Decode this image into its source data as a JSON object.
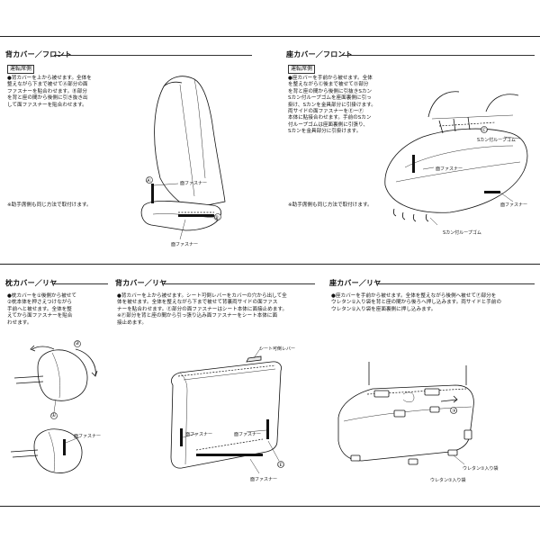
{
  "sections": {
    "back_front": {
      "title": "背カバー／フロント",
      "badge": "運転席側",
      "text": "●背カバーを上から被せます。全体を\n整えながら下まで被せてⒶ部分の面\nファスナーを貼合わせます。Ⓑ部分\nを背と座の間から後側に引き抜き出\nして面ファスナーを貼合わせます。",
      "note": "※助手席側も同じ方法で取付けます。",
      "label_a": "Ⓐ",
      "label_b": "Ⓑ",
      "label_fastener_1": "面ファスナー",
      "label_fastener_2": "面ファスナー"
    },
    "seat_front": {
      "title": "座カバー／フロント",
      "badge": "運転席側",
      "text": "●座カバーを手前から被せます。全体\nを整えながらⒸ後まで被せてⒹ部分\nを背と座の間から後側に引抜きSカン\nSカン付ループゴムを座面裏側に引っ\n掛け、Sカンを金具部分に引掛けます。\n両サイドの面ファスナーをⒺーⒻ\n本体に貼接合わせます。手前のSカン\n付ループゴムは座面裏側に引張り、\nSカンを金具部分に引掛けます。",
      "note": "※助手席側も同じ方法で取付けます。",
      "label_c": "Ⓒ",
      "label_s_loop_1": "Sカン付ループゴム",
      "label_fastener_1": "面ファスナー",
      "label_fastener_2": "面ファスナー",
      "label_s_loop_2": "Sカン付ループゴム"
    },
    "pillow_rear": {
      "title": "枕カバー／リヤ",
      "text": "●枕カバーを①後側から被せて\n②枕本体を押さえつけながら\n手前へと被せます。全体を整\nえてから面ファスナーを貼合\nわせます。",
      "label_1": "①",
      "label_2": "②",
      "label_fastener": "面ファスナー"
    },
    "back_rear": {
      "title": "背カバー／リヤ",
      "text": "●背カバーを上から被せます。シート可倒レバーをカバーの穴から出して全\n体を被せます。全体を整えながら下まで被せて背裏両サイドの面ファス\nナーを貼合わせます。Ⓔ部分の面ファスナーはシート本体に面接止めます。\n※Ⓕ部分を背と座の間から引っ張り込み面ファスナーをシート本体に面\n接止めます。",
      "label_lever": "シート可倒レバー",
      "label_fastener_1": "面ファスナー",
      "label_fastener_2": "面ファスナー",
      "label_e": "Ⓔ",
      "label_fastener_3": "面ファスナー"
    },
    "seat_rear": {
      "title": "座カバー／リヤ",
      "text": "●座カバーを手前から被せます。全体を整えながら後側へ被せてⒻ部分を\nウレタン①入り袋を背と座の間から後ろへ押し込みます。両サイドと手前の\nウレタン①入り袋を座面裏側に押し込みます。",
      "label_f": "Ⓕ",
      "label_urethane": "ウレタン①入り袋",
      "label_urethane_2": "ウレタン①入り袋"
    }
  }
}
